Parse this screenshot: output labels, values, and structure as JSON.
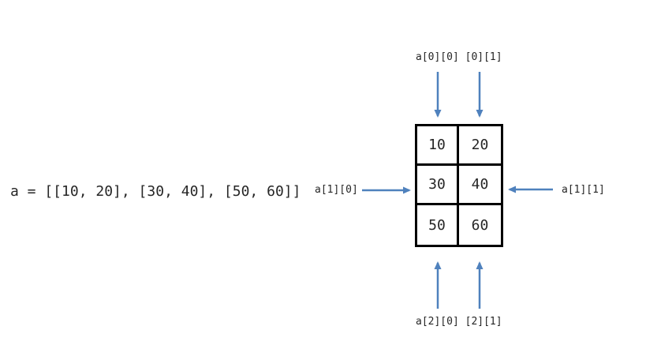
{
  "expression": "a = [[10, 20], [30, 40], [50, 60]]",
  "grid": {
    "rows": [
      [
        "10",
        "20"
      ],
      [
        "30",
        "40"
      ],
      [
        "50",
        "60"
      ]
    ]
  },
  "labels": {
    "top": "a[0][0] [0][1]",
    "left": "a[1][0]",
    "right": "a[1][1]",
    "bottom": "a[2][0] [2][1]"
  },
  "colors": {
    "arrow": "#4F81BD",
    "border": "#000000",
    "text": "#262626"
  }
}
